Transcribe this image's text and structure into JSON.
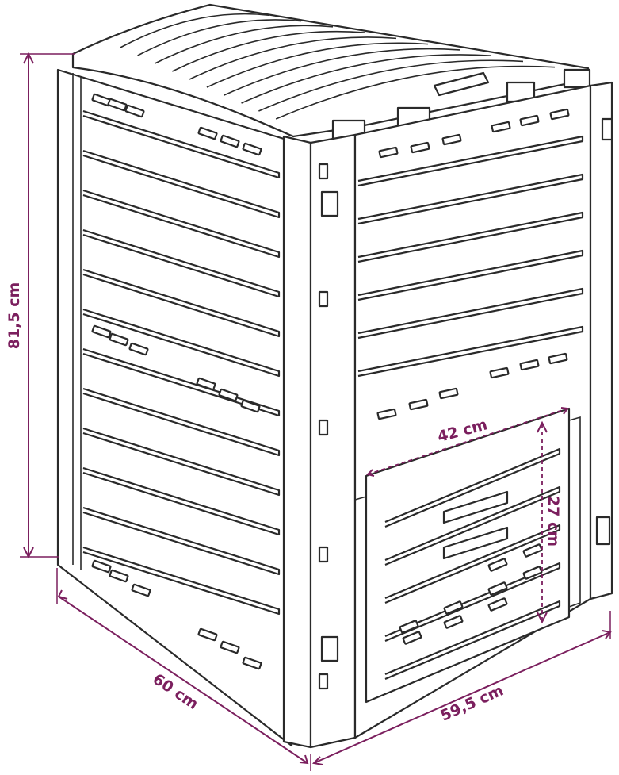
{
  "diagram": {
    "subject": "compost bin",
    "accent_color": "#7b1f5e",
    "outline_color": "#2a2a2a",
    "dimensions": {
      "height": "81,5 cm",
      "depth": "60 cm",
      "width": "59,5 cm",
      "hatch_width": "42 cm",
      "hatch_height": "27 cm"
    }
  }
}
